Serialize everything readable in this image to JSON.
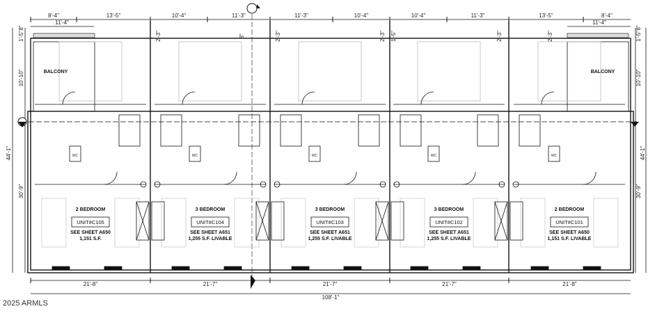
{
  "top_dims": [
    "8'-4\"",
    "13'-5\"",
    "10'-4\"",
    "11'-3\"",
    "11'-3\"",
    "10'-4\"",
    "10'-4\"",
    "11'-3\"",
    "13'-5\"",
    "8'-4\""
  ],
  "balcony_dims": [
    "11'-4\"",
    "11'-4\""
  ],
  "bottom_dims": [
    "21'-8\"",
    "21'-7\"",
    "21'-7\"",
    "21'-7\"",
    "21'-8\""
  ],
  "overall_width": "108'-1\"",
  "left_dims": {
    "small_a": "1'-5\"",
    "small_b": "8\"",
    "upper": "10'-10\"",
    "overall": "44'-1\"",
    "lower": "30'-9\""
  },
  "right_dims": {
    "small_a": "1'-5\"",
    "small_b": "8\"",
    "upper": "10'-10\"",
    "overall": "44'-1\"",
    "lower": "30'-9\""
  },
  "interior_dims": [
    "2'-3\"",
    "8\"",
    "2'-3\"",
    "2'-3\"",
    "1'-5\"",
    "2'-3\"",
    "2'-3\""
  ],
  "balcony_label": "BALCONY",
  "wc_label": "WC",
  "units": [
    {
      "bedrooms": "2 BEDROOM",
      "unit": "UNIT#C105",
      "sheet": "SEE SHEET A650",
      "area": "1,151 S.F."
    },
    {
      "bedrooms": "3 BEDROOM",
      "unit": "UNIT#C104",
      "sheet": "SEE SHEET A651",
      "area": "1,255 S.F. LIVABLE"
    },
    {
      "bedrooms": "3 BEDROOM",
      "unit": "UNIT#C103",
      "sheet": "SEE SHEET A651",
      "area": "1,255 S.F. LIVABLE"
    },
    {
      "bedrooms": "3 BEDROOM",
      "unit": "UNIT#C102",
      "sheet": "SEE SHEET A651",
      "area": "1,255 S.F. LIVABLE"
    },
    {
      "bedrooms": "2 BEDROOM",
      "unit": "UNIT#C101",
      "sheet": "SEE SHEET A650",
      "area": "1,151 S.F. LIVABLE"
    }
  ],
  "watermark": "2025 ARMLS",
  "colors": {
    "line": "#111111",
    "faint": "#c8c8c8"
  }
}
